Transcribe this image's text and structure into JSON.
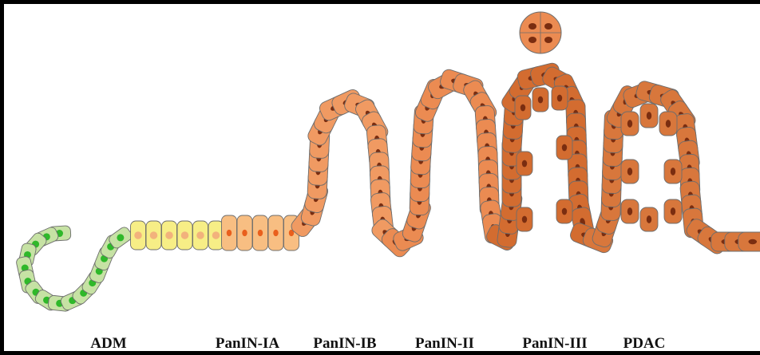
{
  "labels": {
    "adm": "ADM",
    "panin_1a": "PanIN-IA",
    "panin_1b": "PanIN-IB",
    "panin_2": "PanIN-II",
    "panin_3": "PanIN-III",
    "pdac": "PDAC"
  },
  "colors": {
    "adm_cell": "#c6e2a4",
    "adm_nucleus": "#2fb82a",
    "panin_1a_cell": "#f7ee86",
    "panin_1a_nucleus": "#f2b27c",
    "panin_1a_late_cell": "#f8be82",
    "panin_1a_late_nucleus": "#e95f1d",
    "panin_1b_cell": "#f09a62",
    "panin_2_cell": "#eb8b52",
    "panin_3_cell": "#d36c30",
    "pdac_cell": "#d8773c",
    "nucleus_dark": "#7a2d10",
    "cell_outline": "#6d6d6d"
  }
}
